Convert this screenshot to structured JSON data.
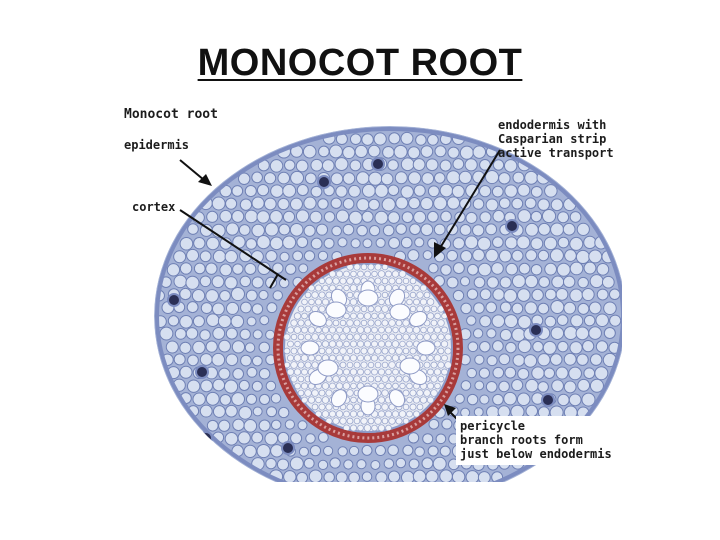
{
  "slide": {
    "title": "MONOCOT ROOT"
  },
  "figure": {
    "title": "Monocot root",
    "labels": {
      "epidermis": [
        "epidermis"
      ],
      "cortex": [
        "cortex"
      ],
      "endodermis": [
        "endodermis with",
        "Casparian strip",
        "active transport"
      ],
      "pericycle": [
        "pericycle",
        "branch roots form",
        "just below endodermis"
      ]
    }
  },
  "colors": {
    "cortex_fill": "#a9b6d8",
    "cell_fill": "#d6dff0",
    "cell_edge": "#6f80b4",
    "endodermis": "#a83a3a",
    "stele_fill": "#e8ebf3",
    "xylem": "#fbfcff",
    "arrow": "#111111"
  }
}
